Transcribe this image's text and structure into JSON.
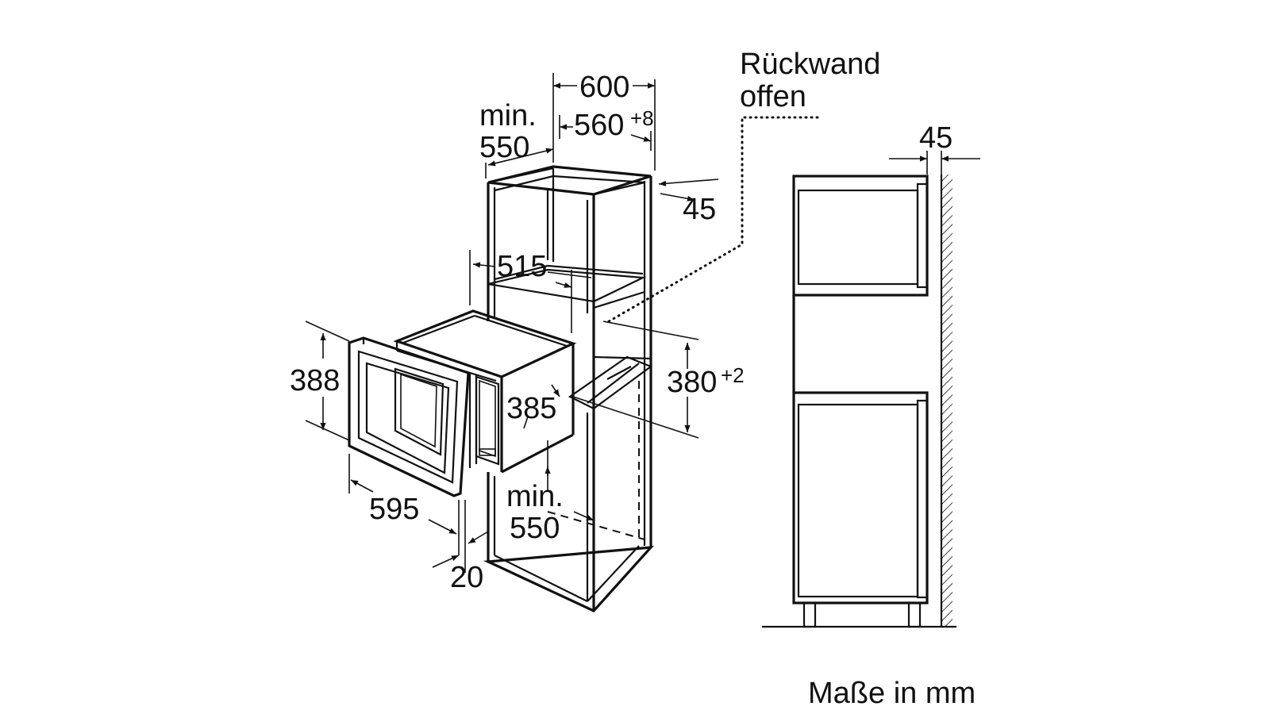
{
  "labels": {
    "dim_600": "600",
    "min_top": "min.",
    "dim_550_top": "550",
    "dim_560": "560",
    "tol_560": "+8",
    "dim_45_top": "45",
    "dim_515": "515",
    "dim_388": "388",
    "dim_385": "385",
    "dim_380": "380",
    "tol_380": "+2",
    "dim_595": "595",
    "min_bottom": "min.",
    "dim_550_bottom": "550",
    "dim_20": "20",
    "rueckwand_line1": "Rückwand",
    "rueckwand_line2": "offen",
    "dim_45_side": "45",
    "footnote": "Maße in mm"
  }
}
